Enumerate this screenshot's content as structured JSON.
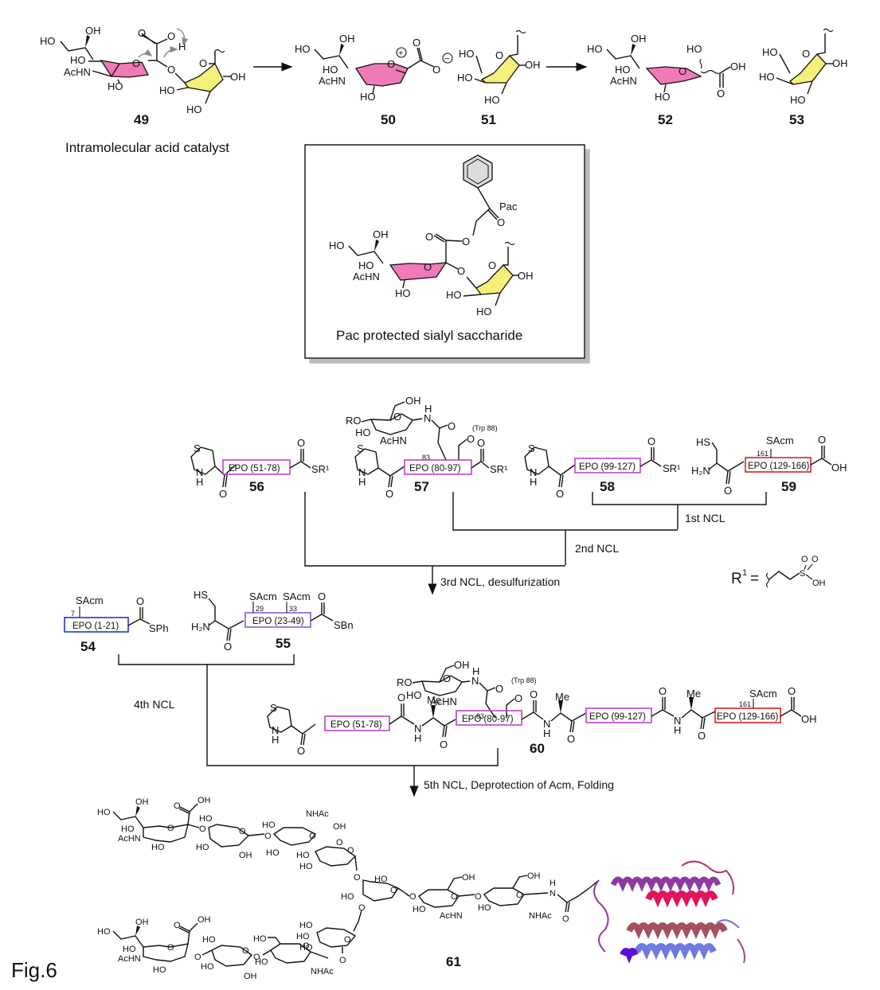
{
  "figure": {
    "label": "Fig.6",
    "colors": {
      "sialic_ring": "#f07ab8",
      "galactose_ring": "#f5f07a",
      "box_purple": "#c040d0",
      "box_red": "#dd1f1f",
      "box_blue": "#2233cc",
      "box_violet": "#8a5adf",
      "benzene_fill": "#dcdcdc",
      "arrow_gray": "#888888",
      "protein_magenta": "#8e3aa0",
      "protein_pink": "#e3135e",
      "protein_rose": "#a4505f",
      "protein_blue": "#6e7ae0",
      "protein_indigo": "#5a10d0"
    }
  },
  "top_scheme": {
    "compounds": [
      {
        "id": "49",
        "label": "49"
      },
      {
        "id": "50",
        "label": "50"
      },
      {
        "id": "51",
        "label": "51"
      },
      {
        "id": "52",
        "label": "52"
      },
      {
        "id": "53",
        "label": "53"
      }
    ],
    "caption": "Intramolecular acid catalyst",
    "atoms": {
      "HO": "HO",
      "OH": "OH",
      "O": "O",
      "H": "H",
      "AcHN": "AcHN",
      "HOhash": "HO'''",
      "plus": "+",
      "minus": "−"
    },
    "inset": {
      "pac_label": "Pac",
      "caption": "Pac protected sialyl saccharide"
    }
  },
  "ncl_scheme": {
    "fragments": [
      {
        "id": "54",
        "label": "54",
        "segment": "EPO (1-21)",
        "site": "7",
        "protecting": "SAcm",
        "thioester": "SPh"
      },
      {
        "id": "55",
        "label": "55",
        "segment": "EPO (23-49)",
        "sites": [
          "29",
          "33"
        ],
        "protecting": "SAcm",
        "thioester": "SBn"
      },
      {
        "id": "56",
        "label": "56",
        "segment": "EPO (51-78)",
        "thioester": "SR¹"
      },
      {
        "id": "57",
        "label": "57",
        "segment": "EPO (80-97)",
        "site": "83",
        "trp": "(Trp 88)",
        "thioester": "SR¹"
      },
      {
        "id": "58",
        "label": "58",
        "segment": "EPO (99-127)",
        "thioester": "SR¹"
      },
      {
        "id": "59",
        "label": "59",
        "segment": "EPO (129-166)",
        "site": "161",
        "protecting": "SAcm"
      }
    ],
    "product_60": {
      "label": "60",
      "segments": [
        "EPO (51-78)",
        "EPO (80-97)",
        "EPO (99-127)",
        "EPO (129-166)"
      ],
      "site_83": "83",
      "site_161": "161",
      "trp": "(Trp 88)",
      "me": "Me",
      "sacm": "SAcm"
    },
    "steps": {
      "first": "1st NCL",
      "second": "2nd NCL",
      "third": "3rd NCL, desulfurization",
      "fourth": "4th NCL",
      "fifth": "5th NCL, Deprotection of Acm, Folding"
    },
    "r1_definition": {
      "lhs": "R",
      "sup": "1",
      "eq": "="
    },
    "atoms": {
      "S": "S",
      "N": "N",
      "H": "H",
      "O": "O",
      "OH": "OH",
      "HS": "HS",
      "H2N": "H₂N",
      "RO": "RO",
      "HO": "HO",
      "AcHN": "AcHN",
      "NH": "N"
    }
  },
  "final_product": {
    "label": "61",
    "atoms": {
      "NHAc": "NHAc",
      "AcHN": "AcHN",
      "HO": "HO",
      "OH": "OH",
      "O": "O"
    }
  }
}
